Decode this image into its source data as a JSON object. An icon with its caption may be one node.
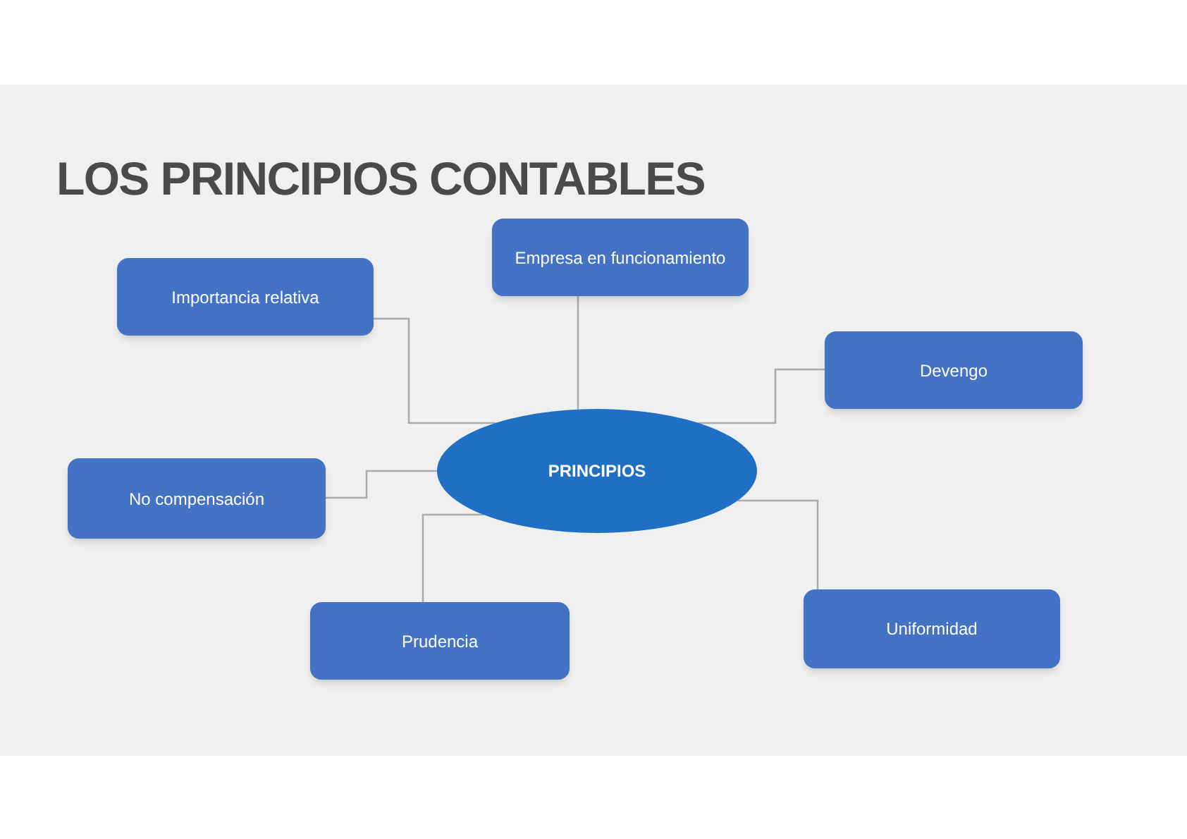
{
  "diagram": {
    "title": "LOS PRINCIPIOS CONTABLES",
    "nodes": [
      {
        "text": [
          "Empresa en funcionamiento"
        ]
      },
      {
        "text": [
          "Importancia relativa"
        ]
      },
      {
        "text": [
          "Devengo"
        ]
      },
      {
        "text": [
          "PRINCIPIOS"
        ]
      },
      {
        "text": [
          "No compensación"
        ]
      },
      {
        "text": [
          "Uniformidad"
        ]
      },
      {
        "text": [
          "Prudencia"
        ]
      }
    ],
    "edges": [
      {
        "from": 3,
        "to": 0,
        "arrow": "none"
      },
      {
        "from": 3,
        "to": 1,
        "arrow": "none"
      },
      {
        "from": 3,
        "to": 2,
        "arrow": "none"
      },
      {
        "from": 3,
        "to": 4,
        "arrow": "none"
      },
      {
        "from": 3,
        "to": 5,
        "arrow": "none"
      },
      {
        "from": 3,
        "to": 6,
        "arrow": "none"
      }
    ]
  }
}
